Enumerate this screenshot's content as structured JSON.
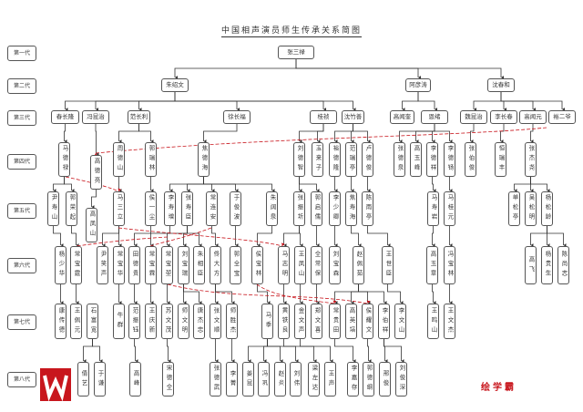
{
  "title": "中国相声演员师生传承关系简图",
  "generation_labels": [
    "第一代",
    "第二代",
    "第三代",
    "第四代",
    "第五代",
    "第六代",
    "第七代",
    "第八代"
  ],
  "generations": [
    [
      {
        "n": "张三禄"
      }
    ],
    [
      {
        "n": "朱绍文",
        "p": 0
      },
      {
        "n": "阿彦涛",
        "p": 0
      },
      {
        "n": "沈春和",
        "p": 0
      }
    ],
    [
      {
        "n": "春长隆",
        "p": 0
      },
      {
        "n": "冯昆治",
        "p": 0
      },
      {
        "n": "范长利",
        "p": 0
      },
      {
        "n": "徐长福",
        "p": 0
      },
      {
        "n": "桂祯",
        "p": 0
      },
      {
        "n": "沈竹善",
        "p": 0
      },
      {
        "n": "高闻奎",
        "p": 1
      },
      {
        "n": "恩绪",
        "p": 1
      },
      {
        "n": "魏昆治",
        "p": 2
      },
      {
        "n": "李长春",
        "p": 2
      },
      {
        "n": "高闻元",
        "p": 2
      },
      {
        "n": "裕二爷",
        "p": 2
      }
    ],
    [
      {
        "n": "马德禄",
        "p": 0
      },
      {
        "n": "高德亮",
        "p": 1
      },
      {
        "n": "周德山",
        "p": 2
      },
      {
        "n": "郭瑞林",
        "p": 2
      },
      {
        "n": "焦德海",
        "p": 3
      },
      {
        "n": "刘德智",
        "p": 4
      },
      {
        "n": "玉来子",
        "p": 4
      },
      {
        "n": "裕德隆",
        "p": 5
      },
      {
        "n": "范瑞亭",
        "p": 5
      },
      {
        "n": "卢德俊",
        "p": 5
      },
      {
        "n": "张德泉",
        "p": 7
      },
      {
        "n": "高玉峰",
        "p": 7
      },
      {
        "n": "李德祥",
        "p": 7
      },
      {
        "n": "李德钖",
        "p": 7
      },
      {
        "n": "张伯俊",
        "p": 8
      },
      {
        "n": "恒瑞丰",
        "p": 9
      },
      {
        "n": "张杰尧",
        "p": 10
      }
    ],
    [
      {
        "n": "尹寿山",
        "p": 0
      },
      {
        "n": "郭荣起",
        "p": 0
      },
      {
        "n": "高凤山",
        "p": 1
      },
      {
        "n": "马三立",
        "p": 2
      },
      {
        "n": "侯一尘",
        "p": 3
      },
      {
        "n": "李寿增",
        "p": 4
      },
      {
        "n": "张寿臣",
        "p": 4
      },
      {
        "n": "常连安",
        "p": 4
      },
      {
        "n": "于俊波",
        "p": 4
      },
      {
        "n": "朱阔泉",
        "p": 4
      },
      {
        "n": "张振圻",
        "p": 5
      },
      {
        "n": "郭启儒",
        "p": 5
      },
      {
        "n": "李少卿",
        "p": 7
      },
      {
        "n": "焦寿海",
        "p": 8
      },
      {
        "n": "陈雨亭",
        "p": 9
      },
      {
        "n": "马寿岩",
        "p": 12
      },
      {
        "n": "马桂元",
        "p": 13
      },
      {
        "n": "单松亭",
        "p": 16
      },
      {
        "n": "吴松明",
        "p": 16
      },
      {
        "n": "杨松龄",
        "p": 16
      }
    ],
    [
      {
        "n": "杨少华",
        "p": 0
      },
      {
        "n": "常宝霆",
        "p": 1
      },
      {
        "n": "尹笑声",
        "p": 3
      },
      {
        "n": "常宝华",
        "p": 3
      },
      {
        "n": "田德贵",
        "p": 4
      },
      {
        "n": "常宝霖",
        "p": 5
      },
      {
        "n": "常宝堃",
        "p": 6
      },
      {
        "n": "刘宝瑞",
        "p": 6
      },
      {
        "n": "朱相臣",
        "p": 6
      },
      {
        "n": "佟大方",
        "p": 7
      },
      {
        "n": "郭全宝",
        "p": 8
      },
      {
        "n": "侯宝林",
        "p": 9
      },
      {
        "n": "马志明",
        "p": 10
      },
      {
        "n": "王凤山",
        "p": 10
      },
      {
        "n": "全常保",
        "p": 11
      },
      {
        "n": "刘宝森",
        "p": 12
      },
      {
        "n": "赵佩茹",
        "p": 13
      },
      {
        "n": "王世臣",
        "p": 14
      },
      {
        "n": "高玉章",
        "p": 15
      },
      {
        "n": "冯宝林",
        "p": 16
      },
      {
        "n": "高飞",
        "p": 19
      },
      {
        "n": "杨贵生",
        "p": 19
      },
      {
        "n": "陈尚志",
        "p": 19
      }
    ],
    [
      {
        "n": "康传德",
        "p": 0
      },
      {
        "n": "王佩元",
        "p": 1
      },
      {
        "n": "石富宽"
      },
      {
        "n": "牛群",
        "p": 3
      },
      {
        "n": "范振钰",
        "p": 4
      },
      {
        "n": "王庆新",
        "p": 5
      },
      {
        "n": "苏文茂",
        "p": 6
      },
      {
        "n": "师文明",
        "p": 7
      },
      {
        "n": "唐杰忠",
        "p": 7
      },
      {
        "n": "张文顺",
        "p": 9
      },
      {
        "n": "师胜杰",
        "p": 9
      },
      {
        "n": "马季",
        "p": 11
      },
      {
        "n": "黄铁良",
        "p": 12
      },
      {
        "n": "金文声",
        "p": 13
      },
      {
        "n": "郑文喜",
        "p": 14
      },
      {
        "n": "常贵田",
        "p": 16
      },
      {
        "n": "高英培",
        "p": 16
      },
      {
        "n": "侯耀文",
        "p": 16
      },
      {
        "n": "李伯祥",
        "p": 16
      },
      {
        "n": "李文山",
        "p": 17
      },
      {
        "n": "王鸣山",
        "p": 18
      },
      {
        "n": "王文杰",
        "p": 19
      }
    ],
    [
      {
        "n": "倩艺",
        "p": 2
      },
      {
        "n": "于谦",
        "p": 2
      },
      {
        "n": "高峰",
        "p": 4
      },
      {
        "n": "宋德全",
        "p": 6
      },
      {
        "n": "张德武",
        "p": 9
      },
      {
        "n": "李菁",
        "p": 10
      },
      {
        "n": "姜昆",
        "p": 11
      },
      {
        "n": "冯巩",
        "p": 11
      },
      {
        "n": "赵炎",
        "p": 11
      },
      {
        "n": "刘伟",
        "p": 11
      },
      {
        "n": "梁左达",
        "p": 12
      },
      {
        "n": "王声",
        "p": 13
      },
      {
        "n": "李嘉存",
        "p": 15
      },
      {
        "n": "郭德纲",
        "p": 17
      },
      {
        "n": "邢俊",
        "p": 18
      },
      {
        "n": "刘俊深",
        "p": 18
      }
    ]
  ],
  "brand": "绘学霸",
  "logo_letter": "W",
  "colors": {
    "line": "#333333",
    "dashed": "#c8161d",
    "brand": "#c8161d"
  }
}
